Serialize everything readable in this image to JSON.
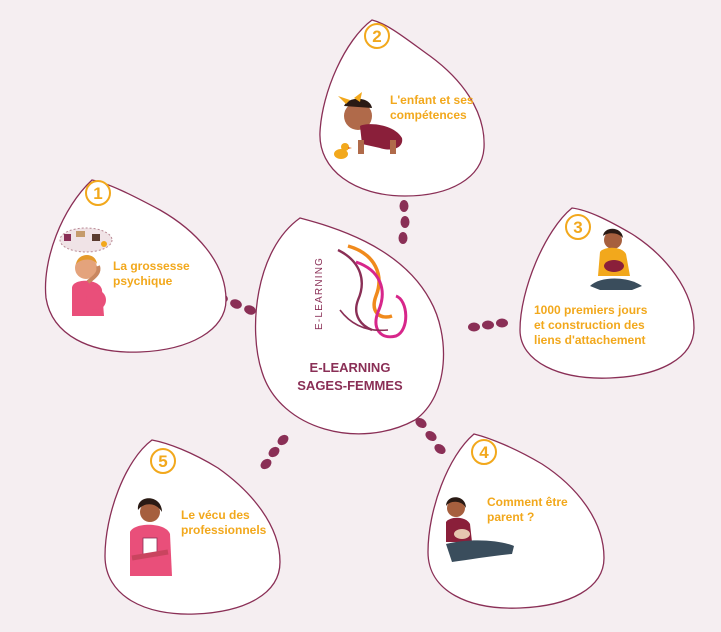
{
  "center": {
    "logo_text": "E-LEARNING",
    "title_line1": "E-LEARNING",
    "title_line2": "SAGES-FEMMES"
  },
  "topics": [
    {
      "number": "1",
      "line1": "La grossesse",
      "line2": "psychique",
      "line3": ""
    },
    {
      "number": "2",
      "line1": "L'enfant et ses",
      "line2": "compétences",
      "line3": ""
    },
    {
      "number": "3",
      "line1": "1000 premiers jours",
      "line2": "et construction des",
      "line3": "liens d'attachement"
    },
    {
      "number": "4",
      "line1": "Comment être",
      "line2": "parent ?",
      "line3": ""
    },
    {
      "number": "5",
      "line1": "Le vécu des",
      "line2": "professionnels",
      "line3": ""
    }
  ],
  "colors": {
    "accent_orange": "#f2a81c",
    "brand_plum": "#8a2f56",
    "logo_pink": "#d7268a",
    "logo_orange": "#f08a1c",
    "background": "#f5eef1"
  },
  "icons": [
    "pregnant-woman-thinking-icon",
    "crawling-baby-icon",
    "rubber-duck-icon",
    "breastfeeding-mother-icon",
    "mother-with-baby-icon",
    "professional-woman-icon"
  ]
}
